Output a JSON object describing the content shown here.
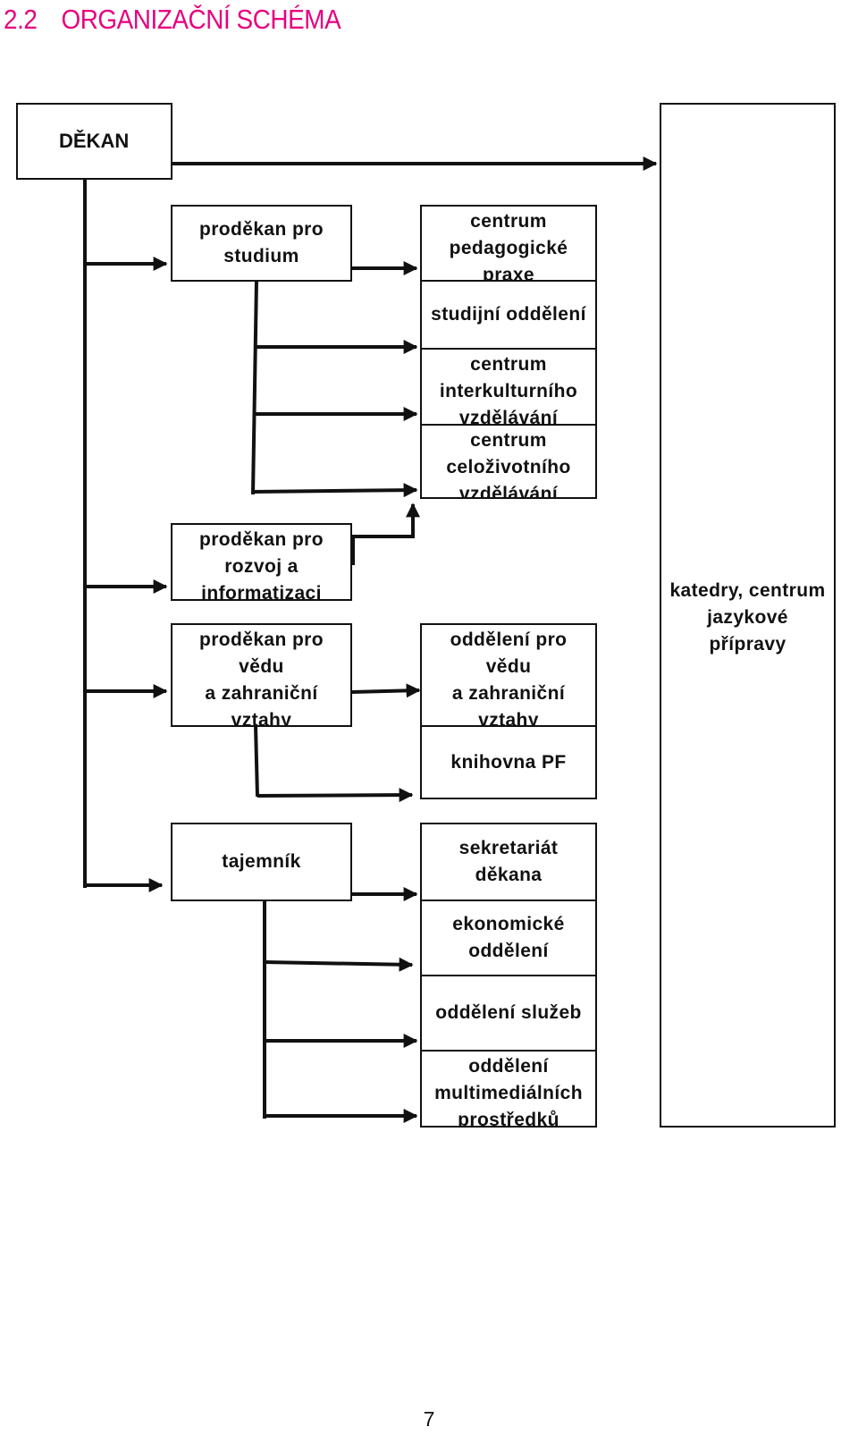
{
  "heading": {
    "number": "2.2",
    "title": "ORGANIZAČNÍ SCHÉMA",
    "color": "#e6007e"
  },
  "boxes": {
    "dekan": "DĚKAN",
    "katedry": "katedry, centrum\njazykové\npřípravy",
    "prodekan_studium": "proděkan pro\nstudium",
    "prodekan_rozvoj": "proděkan pro\nrozvoj a\ninformatizaci",
    "prodekan_veda": "proděkan pro\nvědu\na zahraniční\nvztahy",
    "tajemnik": "tajemník",
    "centrum_praxe": "centrum\npedagogické\npraxe",
    "studijni_oddeleni": "studijní oddělení",
    "centrum_interkulturniho": "centrum\ninterkulturního\nvzdělávání",
    "centrum_celozivotniho": "centrum\nceloživotního\nvzdělávání",
    "oddeleni_veda": "oddělení pro\nvědu\na zahraniční\nvztahy",
    "knihovna": "knihovna PF",
    "sekretariat": "sekretariát\nděkana",
    "ekonomicke": "ekonomické\noddělení",
    "sluzby": "oddělení služeb",
    "multimedia": "oddělení\nmultimediálních\nprostředků"
  },
  "page_number": "7",
  "colors": {
    "line": "#111111"
  }
}
